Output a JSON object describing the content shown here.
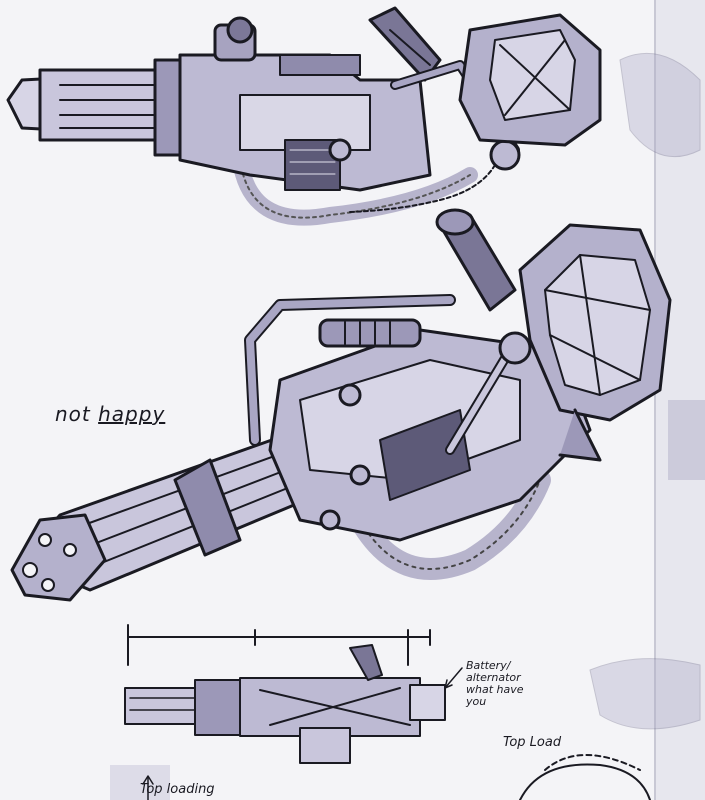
{
  "notes": {
    "not_happy_a": "not ",
    "not_happy_b": "happy",
    "battery": "Battery/ alternator what have you",
    "top_load": "Top Load",
    "top_loading": "Top loading"
  },
  "colors": {
    "paper": "#f4f4f7",
    "ink": "#1a1a22",
    "marker_light": "#c9c6dc",
    "marker_mid": "#9c98b8",
    "marker_dark": "#5d5a78"
  }
}
